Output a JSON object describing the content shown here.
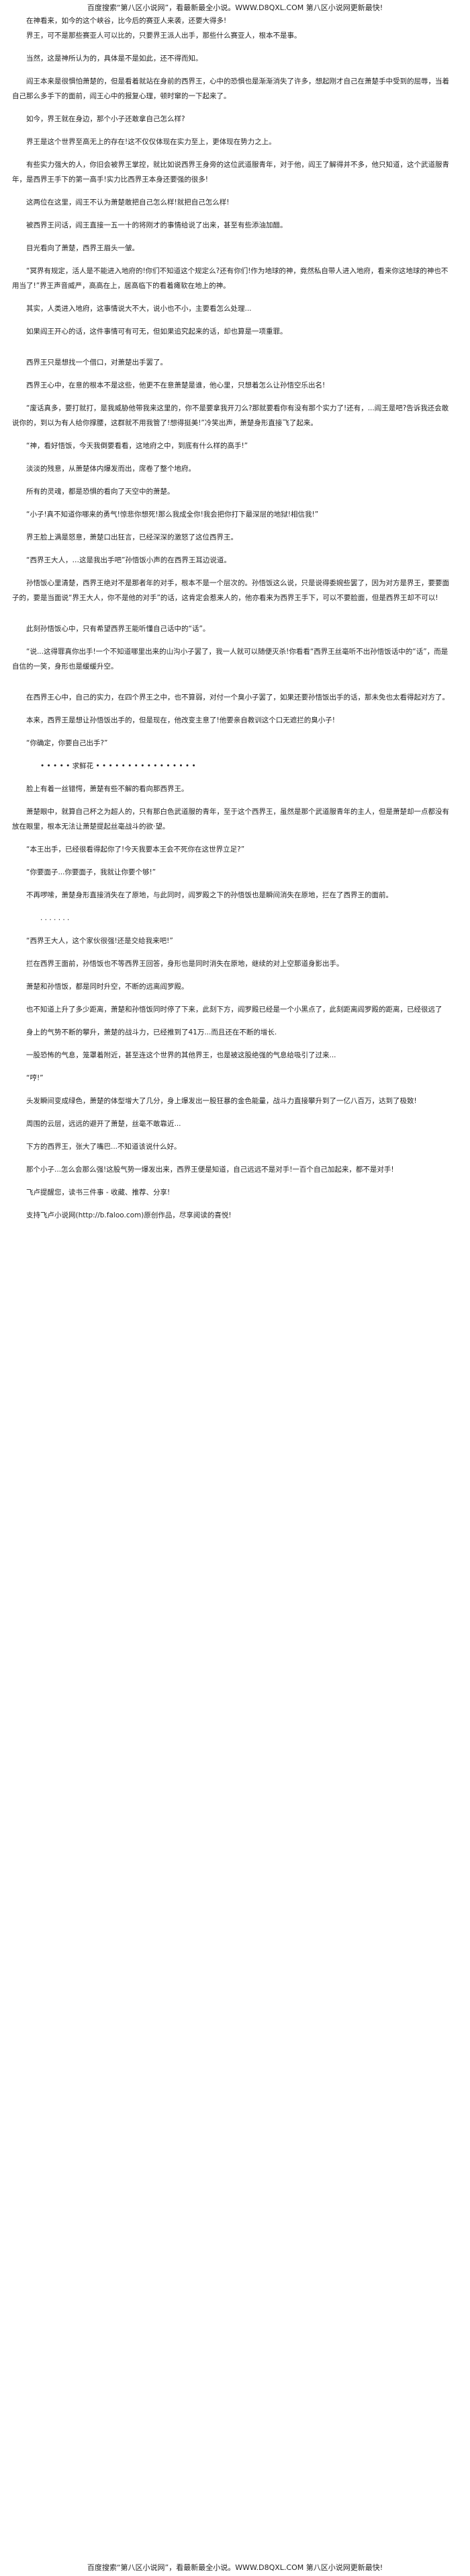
{
  "banner": {
    "top": "百度搜索“第八区小说网”，看最新最全小说。WWW.D8QXL.COM 第八区小说网更新最快!",
    "bottom": "百度搜索“第八区小说网”，看最新最全小说。WWW.D8QXL.COM 第八区小说网更新最快!"
  },
  "paragraphs": [
    "在神看来，如今的这个峡谷，比今后的赛亚人来袭，还要大得多!",
    "界王，可不是那些赛亚人可以比的，只要界王派人出手，那些什么赛亚人，根本不是事。",
    "",
    "当然，这是神所认为的，具体是不是如此，还不得而知。",
    "",
    "阎王本来是很惧怕萧楚的，但是看着就站在身前的西界王，心中的恐惧也是渐渐消失了许多，想起刚才自己在萧楚手中受到的屈辱，当着自己那么多手下的面前，阎王心中的报复心理，顿时窜的一下起来了。",
    "",
    "如今，界王就在身边，那个小子还敢拿自己怎么样?",
    "",
    "界王是这个世界至高无上的存在!这不仅仅体现在实力至上，更体现在势力之上。",
    "",
    "有些实力强大的人，你旧会被界王掌控，就比如说西界王身旁的这位武道服青年，对于他，阎王了解得并不多，他只知道，这个武道服青年，是西界王手下的第一高手!实力比西界王本身还要强的很多!",
    "",
    "这两位在这里，阎王不认为萧楚敢把自己怎么样!就把自己怎么样!",
    "",
    "被西界王问话，阎王直接一五一十的将刚才的事情给说了出来，甚至有些添油加醋。",
    "",
    "目光看向了萧楚，西界王眉头一皱。",
    "",
    "“冥界有规定，活人是不能进入地府的!你们不知道这个规定么?还有你们!作为地球的神，竟然私自带人进入地府，看来你这地球的神也不用当了!”界王声音威严，高高在上，居高临下的看着瘫软在地上的神。",
    "",
    "其实，人类进入地府，这事情说大不大，说小也不小，主要看怎么处理...",
    "",
    "如果阎王开心的话，这件事情可有可无，但如果追究起来的话，却也算是一项重罪。",
    "",
    "",
    "西界王只是想找一个借口，对萧楚出手罢了。",
    "",
    "西界王心中，在意的根本不是这些，他更不在意萧楚是谁，他心里，只想着怎么让孙悟空乐出名!",
    "",
    "“废话真多，要打就打，是我威胁他带我来这里的，你不是要拿我开刀么?那就要看你有没有那个实力了!还有，...阎王是吧?告诉我还会敢说你的，到以为有人给你撑腰，这群就不用我管了!想得挺美!”冷笑出声，萧楚身形直接飞了起来。",
    "",
    "“神，看好悟饭，今天我倒要看看，这地府之中，到底有什么样的高手!”",
    "",
    "淡淡的残意，从萧楚体内爆发而出，席卷了整个地府。",
    "",
    "所有的灵魂，都是恐惧的看向了天空中的萧楚。",
    "",
    "“小子!真不知道你哪来的勇气!惊悲你想死!那么我成全你!我会把你打下最深层的地狱!相信我!”",
    "",
    "界王脸上满是怒意，萧楚口出狂言，已经深深的激怒了这位西界王。",
    "",
    "“西界王大人，…这是我出手吧”孙悟饭小声的在西界王耳边说道。",
    "",
    "孙悟饭心里清楚，西界王绝对不是那者年的对手，根本不是一个层次的。孙悟饭这么说，只是说得委婉些罢了，因为对方是界王，要要面子的，要是当面说“界王大人，你不是他的对手”的话，这肯定会惹来人的，他亦看来为西界王手下，可以不要脸面，但是西界王却不可以!",
    "",
    "",
    "此刻孙悟饭心中，只有希望西界王能听懂自己话中的“话”。",
    "",
    "“说...这得罪真你出手!一个不知道哪里出来的山沟小子罢了，我一人就可以随便灭杀!你看看“西界王丝毫听不出孙悟饭话中的“话”，而是自信的一笑，身形也是缓缓升空。",
    "",
    "",
    "在西界王心中，自己的实力，在四个界王之中，也不算弱，对付一个臭小子罢了，如果还要孙悟饭出手的话，那未免也太看得起对方了。",
    "",
    "本来，西界王是想让孙悟饭出手的，但是现在，他改变主意了!他要亲自教训这个口无遮拦的臭小子!",
    "",
    "“你确定，你要自己出手?”",
    "",
    "__DOTS__",
    "",
    "脸上有着一丝错愕，萧楚有些不解的看向那西界王。",
    "",
    "萧楚眼中，就算自己杯之为超人的，只有那白色武道服的青年，至于这个西界王，虽然是那个武道服青年的主人，但是萧楚却一点都没有放在眼里，根本无法让萧楚提起丝毫战斗的欲·望。",
    "",
    "“本王出手，已经很看得起你了!今天我要本王会不死你在这世界立足?”",
    "",
    "“你要面子...你要面子，我就让你要个够!”",
    "",
    "不再啰嗦，萧楚身形直接消失在了原地，与此同时，阎罗殿之下的孙悟饭也是瞬间消失在原地，拦在了西界王的面前。",
    "",
    "__DOTS_SHORT__",
    "",
    "“西界王大人，这个家伙很强!还是交给我来吧!”",
    "",
    "拦在西界王面前，孙悟饭也不等西界王回答，身形也是同时消失在原地，继续的对上空那道身影出手。",
    "",
    "萧楚和孙悟饭，都是同时升空，不断的远离阎罗殿。",
    "",
    "也不知道上升了多少距离，萧楚和孙悟饭同时停了下来，此刻下方，阎罗殿已经是一个小黑点了，此刻距离阎罗殿的距离，已经很远了",
    "",
    "身上的气势不断的攀升，萧楚的战斗力，已经推到了41万...而且还在不断的增长.",
    "",
    "一股恐怖的气息，笼罩着附近，甚至连这个世界的其他界王，也是被这股绝强的气息给吸引了过来...",
    "",
    "“哼!”",
    "",
    "头发瞬间变成绿色，萧楚的体型增大了几分，身上爆发出一股狂暴的金色能量，战斗力直接攀升到了一亿八百万，达到了极致!",
    "",
    "周围的云层，远远的避开了萧楚，丝毫不敢靠近...",
    "",
    "下方的西界王，张大了嘴巴...不知道该说什么好。",
    "",
    "那个小子...怎么会那么强!这股气势一爆发出来，西界王便是知道，自己远远不是对手!一百个自己加起来，都不是对手!",
    "",
    "飞卢提醒您，读书三件事 - 收藏、推荐、分享!",
    "",
    "支持飞卢小说网(http://b.faloo.com)原创作品，尽享阅读的喜悦!"
  ],
  "dots": "• • • • • 求鲜花 • • • • • • • • • • • • • • • •",
  "dots_short": ". . . . . . ."
}
